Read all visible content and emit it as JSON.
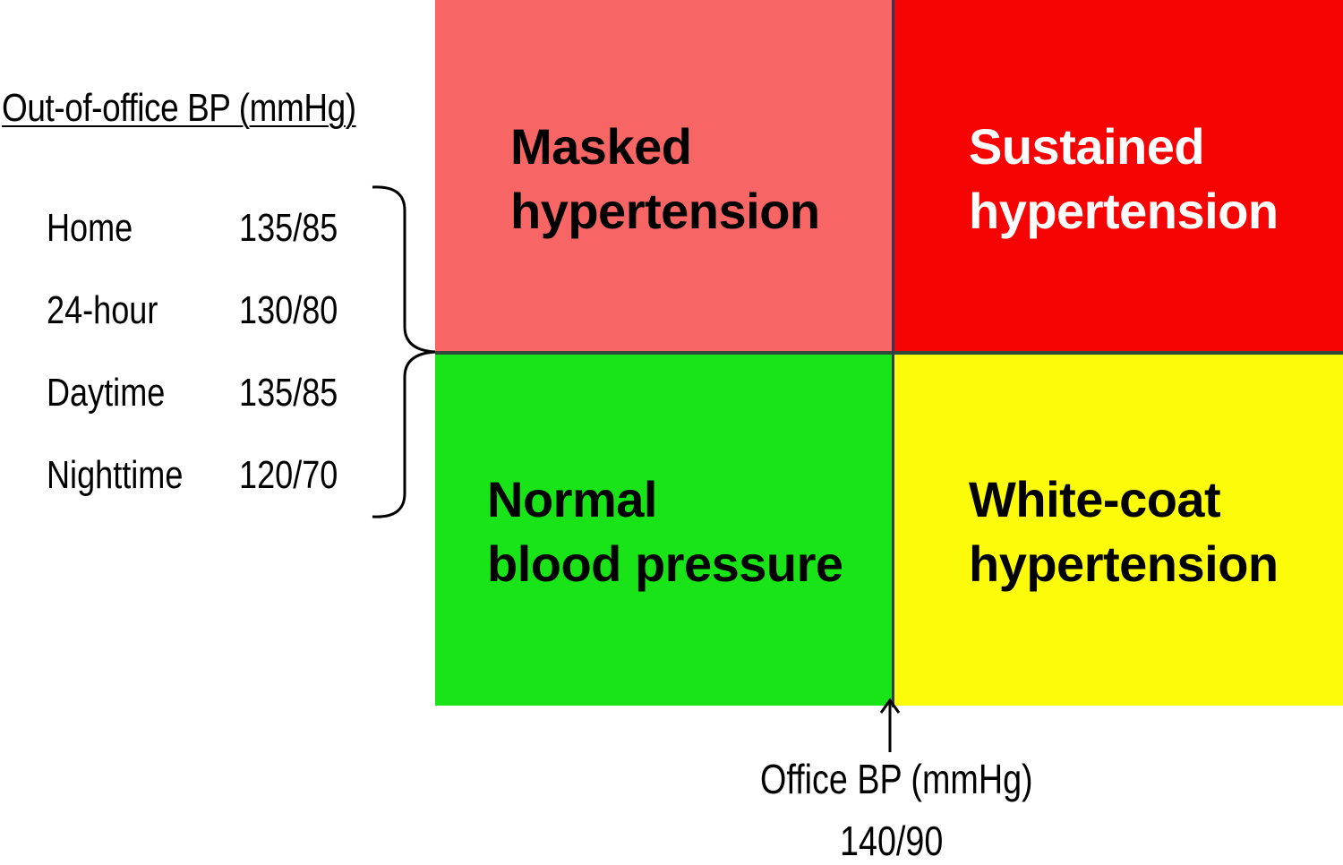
{
  "out_of_office": {
    "title": "Out-of-office BP (mmHg)",
    "rows": [
      {
        "label": "Home",
        "value": "135/85"
      },
      {
        "label": "24-hour",
        "value": "130/80"
      },
      {
        "label": "Daytime",
        "value": "135/85"
      },
      {
        "label": "Nighttime",
        "value": "120/70"
      }
    ]
  },
  "quadrants": {
    "top_left": {
      "label": "Masked\nhypertension",
      "color": "#f76565",
      "text_color": "#000000"
    },
    "top_right": {
      "label": "Sustained\nhypertension",
      "color": "#f60303",
      "text_color": "#ffffff"
    },
    "bottom_left": {
      "label": "Normal\nblood pressure",
      "color": "#18e418",
      "text_color": "#000000"
    },
    "bottom_right": {
      "label": "White-coat\nhypertension",
      "color": "#fbfb0a",
      "text_color": "#000000"
    }
  },
  "office": {
    "label": "Office BP (mmHg)",
    "value": "140/90"
  }
}
